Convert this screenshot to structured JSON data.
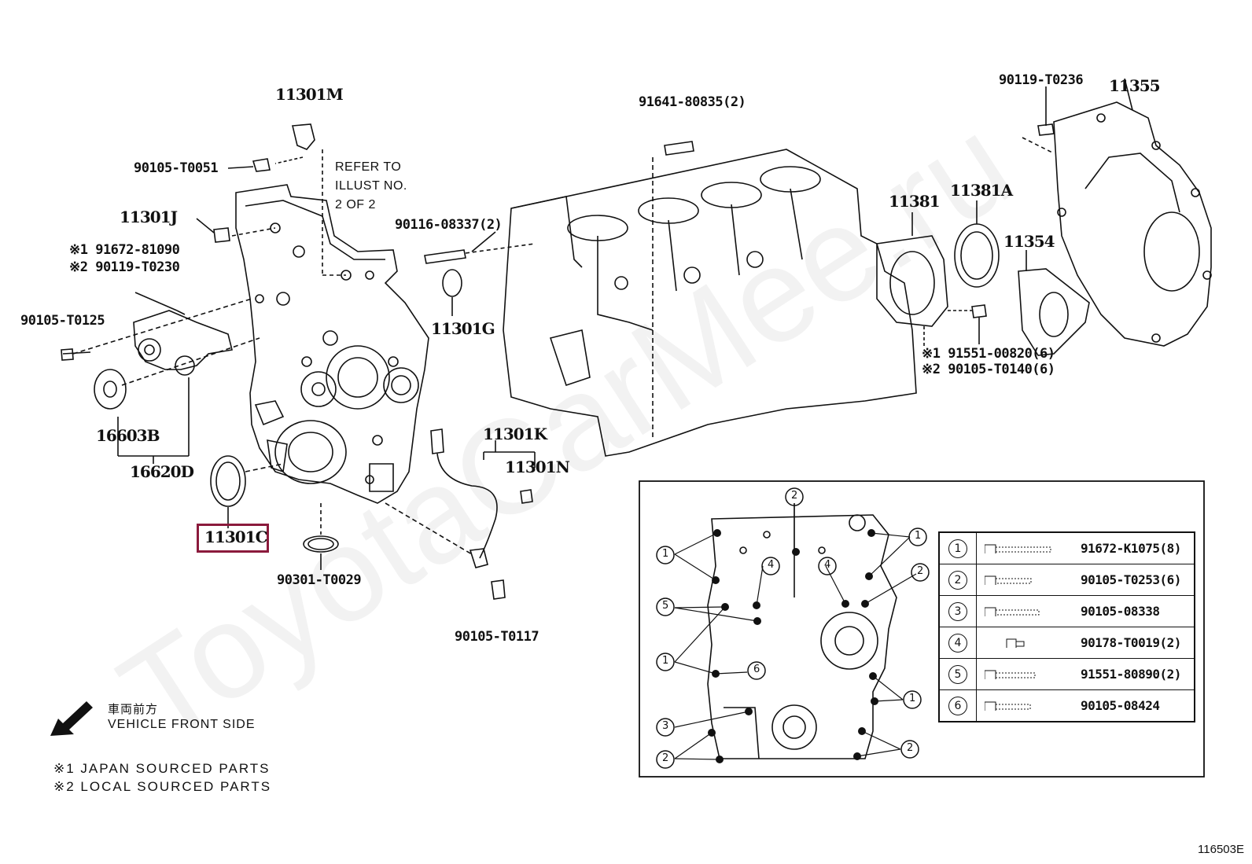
{
  "labels": {
    "p11301M": "11301M",
    "p90105_T0051": "90105-T0051",
    "refer": [
      "REFER TO",
      "ILLUST NO.",
      "2 OF 2"
    ],
    "p11301J": "11301J",
    "japan_1": "※1 91672-81090",
    "local_2": "※2 90119-T0230",
    "p90105_T0125": "90105-T0125",
    "p16603B": "16603B",
    "p16620D": "16620D",
    "p11301C": "11301C",
    "p90301_T0029": "90301-T0029",
    "p90116_08337": "90116-08337(2)",
    "p11301G": "11301G",
    "p91641_80835": "91641-80835(2)",
    "p11301K": "11301K",
    "p11301N": "11301N",
    "p90105_T0117": "90105-T0117",
    "p11381": "11381",
    "p11381A": "11381A",
    "p11354": "11354",
    "p90119_T0236": "90119-T0236",
    "p11355": "11355",
    "japan_91551": "※1 91551-00820(6)",
    "local_90105": "※2 90105-T0140(6)"
  },
  "front_side": {
    "jp": "車両前方",
    "en": "VEHICLE FRONT SIDE"
  },
  "notes": [
    "※1 JAPAN SOURCED PARTS",
    "※2 LOCAL SOURCED PARTS"
  ],
  "figure_number": "116503E",
  "watermark": "ToyotaCarMee.ru",
  "bolt_table": [
    {
      "num": "1",
      "part": "91672-K1075(8)"
    },
    {
      "num": "2",
      "part": "90105-T0253(6)"
    },
    {
      "num": "3",
      "part": "90105-08338"
    },
    {
      "num": "4",
      "part": "90178-T0019(2)"
    },
    {
      "num": "5",
      "part": "91551-80890(2)"
    },
    {
      "num": "6",
      "part": "90105-08424"
    }
  ],
  "inset_callouts": [
    "2",
    "1",
    "1",
    "4",
    "4",
    "2",
    "5",
    "1",
    "6",
    "1",
    "3",
    "2",
    "2"
  ],
  "highlight_color": "#8b1a3c"
}
